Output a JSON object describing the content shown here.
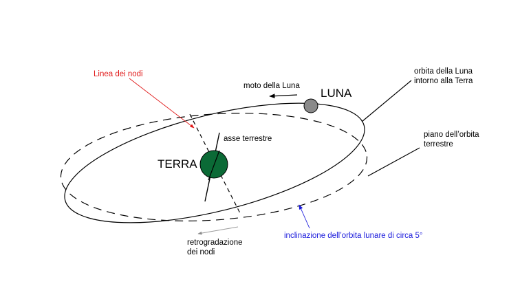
{
  "labels": {
    "line_of_nodes": "Linea dei nodi",
    "moon_motion": "moto della Luna",
    "moon": "LUNA",
    "moon_orbit_line1": "orbita della Luna",
    "moon_orbit_line2": "intorno alla Terra",
    "earth_orbit_plane_line1": "piano dell’orbita",
    "earth_orbit_plane_line2": "terrestre",
    "earth_axis": "asse terrestre",
    "earth": "TERRA",
    "node_regression_line1": "retrogradazione",
    "node_regression_line2": "dei nodi",
    "inclination": "inclinazione dell’orbita lunare di circa 5°"
  },
  "colors": {
    "earth": "#0b6a36",
    "moon": "#8a8a8a",
    "line_of_nodes_label": "#e01818",
    "inclination_label": "#1a1adc",
    "lines": "#000000",
    "regression_arrow": "#9a9a9a"
  }
}
